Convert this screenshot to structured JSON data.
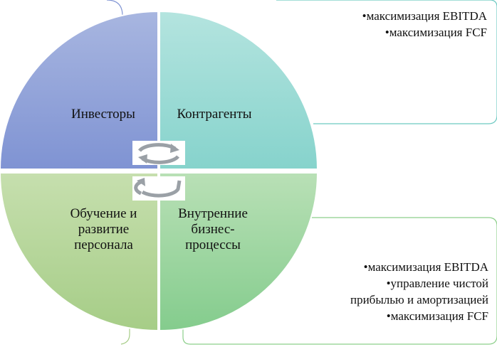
{
  "quadrants": {
    "top_left": {
      "label": "Инвесторы",
      "color_top": "#a8b6e0",
      "color_bottom": "#7f93d3"
    },
    "top_right": {
      "label": "Контрагенты",
      "color_top": "#b4e4df",
      "color_bottom": "#86d3cc"
    },
    "bottom_left": {
      "label": "Обучение и развитие персонала",
      "color_top": "#c6dfae",
      "color_bottom": "#a6cd87"
    },
    "bottom_right": {
      "label": "Внутренние бизнес-процессы",
      "color_top": "#b9e0b6",
      "color_bottom": "#84cc8d"
    }
  },
  "callouts": {
    "top_right": {
      "items": [
        "•максимизация EBITDA",
        "•максимизация FCF"
      ],
      "border_color": "#6cc9c1"
    },
    "bottom_right": {
      "items": [
        "•максимизация EBITDA",
        "•управление чистой",
        "прибылью и амортизацией",
        "•максимизация FCF"
      ],
      "border_color": "#8ccf8a"
    }
  },
  "colors": {
    "top_left_border": "#7f93d3",
    "bottom_left_border": "#a6cd87"
  },
  "icons": [
    "cycle-arrows-icon",
    "cycle-arrows-icon"
  ]
}
